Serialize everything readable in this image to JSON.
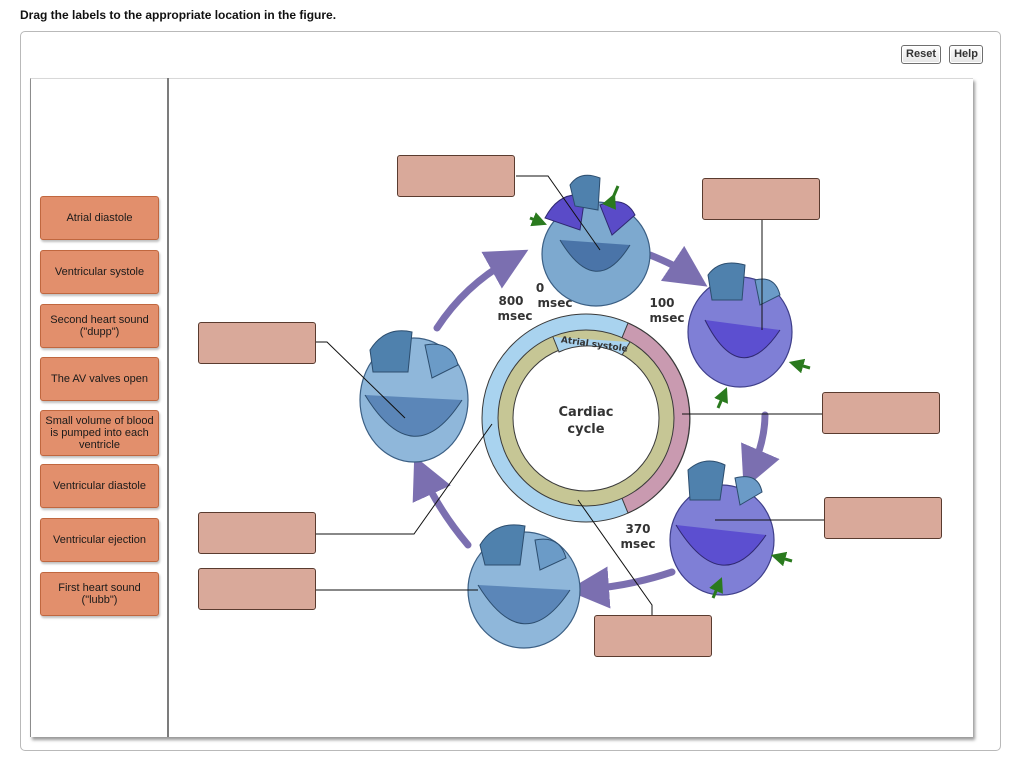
{
  "instruction": "Drag the labels to the appropriate location in the figure.",
  "toolbar": {
    "reset_label": "Reset",
    "help_label": "Help"
  },
  "labels": [
    "Atrial diastole",
    "Ventricular systole",
    "Second heart sound (\"dupp\")",
    "The AV valves open",
    "Small volume of blood is pumped into each ventricle",
    "Ventricular diastole",
    "Ventricular ejection",
    "First heart sound (\"lubb\")"
  ],
  "figure": {
    "center_title": "Cardiac",
    "center_subtitle": "cycle",
    "ring_label": "Atrial systole",
    "time_0": "0",
    "time_0_unit": "msec",
    "time_100": "100",
    "time_100_unit": "msec",
    "time_370": "370",
    "time_370_unit": "msec",
    "time_800": "800",
    "time_800_unit": "msec"
  },
  "colors": {
    "label_fill": "#e28f6c",
    "drop_fill": "#d9a99a",
    "ring_outer": "#a9d3ef",
    "ring_inner": "#c6c695",
    "ring_systole": "#c99ab0",
    "arrow": "#7b6fb0"
  }
}
